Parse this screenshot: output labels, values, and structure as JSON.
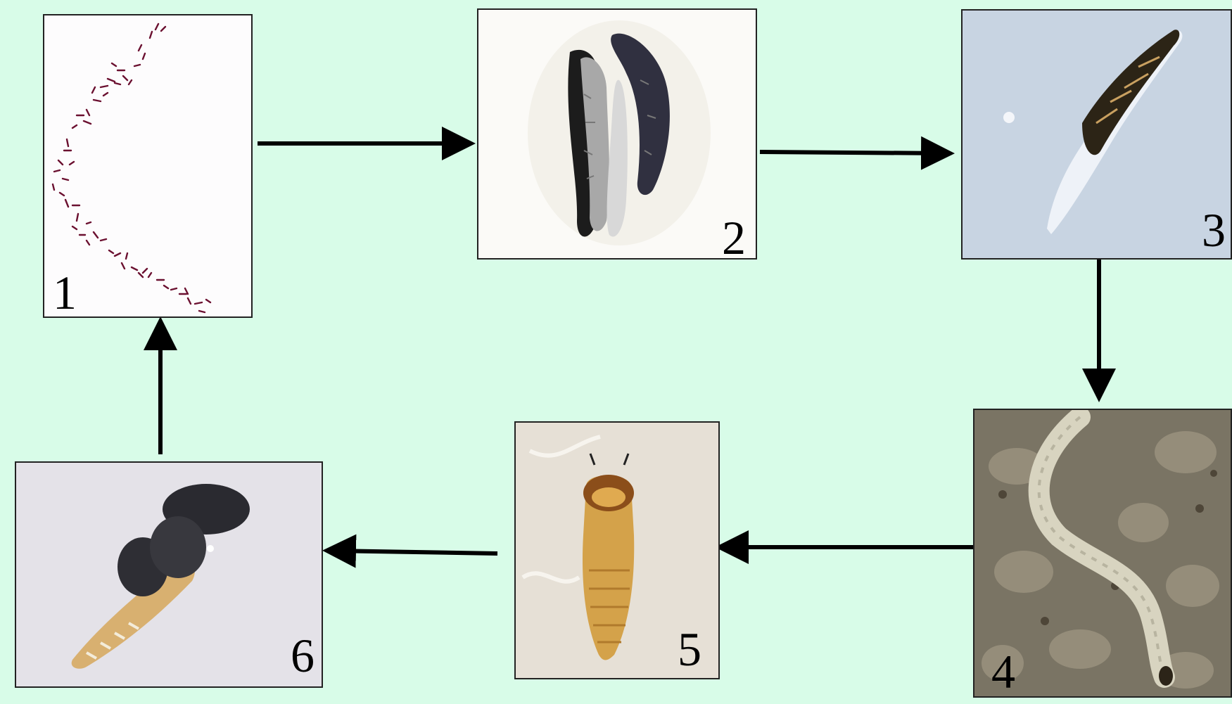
{
  "panels": [
    {
      "id": 1,
      "label": "1"
    },
    {
      "id": 2,
      "label": "2"
    },
    {
      "id": 3,
      "label": "3"
    },
    {
      "id": 4,
      "label": "4"
    },
    {
      "id": 5,
      "label": "5"
    },
    {
      "id": 6,
      "label": "6"
    }
  ],
  "arrow_color": "#000000",
  "background_color": "#d8fce8"
}
